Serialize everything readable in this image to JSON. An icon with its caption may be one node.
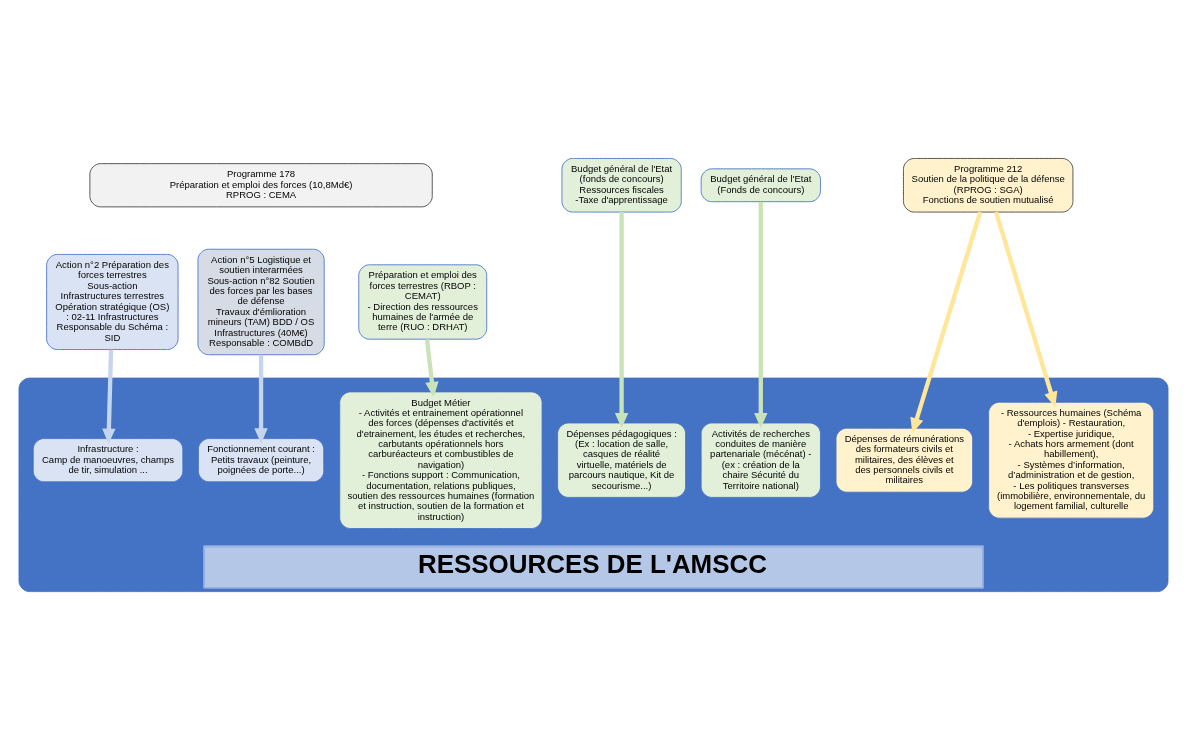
{
  "diagram": {
    "nodes": [
      {
        "text": [
          "Programme 178",
          "Préparation et emploi des forces (10,8Md€)",
          "RPROG : CEMA"
        ]
      },
      {
        "text": [
          "Action n°2 Préparation des forces terrestres",
          "Sous-action Infrastructures terrestres Opération stratégique (OS) : 02-11 Infrastructures",
          "Responsable du Schéma : SID"
        ]
      },
      {
        "text": [
          "Action n°5 Logistique et soutien interarmées",
          "Sous-action n°82 Soutien des forces par les bases de défense",
          "Travaux d'émlioration mineurs (TAM) BDD / OS Infrastructures (40M€)",
          "Responsable : COMBdD"
        ]
      },
      {
        "text": [
          "Préparation et emploi des forces terrestres (RBOP : CEMAT)",
          "- Direction des ressources humaines de l'armée de terre (RUO : DRHAT)"
        ]
      },
      {
        "text": [
          "Budget général de l'Etat",
          "(fonds de concours)",
          "Ressources fiscales",
          "-Taxe d'apprentissage"
        ]
      },
      {
        "text": [
          "Budget général de l'Etat",
          "(Fonds de concours)"
        ]
      },
      {
        "text": [
          "Programme 212",
          "Soutien de la politique de la défense (RPROG : SGA)",
          "Fonctions de soutien mutualisé"
        ]
      },
      {
        "text": [
          "RESSOURCES DE L'AMSCC"
        ]
      },
      {
        "text": [
          "Infrastructure :",
          "Camp de manoeuvres, champs de tir, simulation ..."
        ],
        "in": 7
      },
      {
        "text": [
          "Fonctionnement courant :",
          "Petits travaux (peinture, poignées de porte...)"
        ],
        "in": 7
      },
      {
        "text": [
          "Budget Métier",
          "- Activités et entrainement opérationnel des forces (dépenses d'activités et d'etrainement, les études et recherches, carbutants opérationnels hors carburéacteurs et combustibles de navigation)",
          "- Fonctions support : Communication, documentation, relations publiques, soutien des ressources humaines (formation et instruction, soutien de la formation et instruction)"
        ],
        "in": 7
      },
      {
        "text": [
          "Dépenses pédagogiques :",
          "(Ex : location de salle, casques de réalité virtuelle, matériels de parcours nautique, Kit de secourisme...)"
        ],
        "in": 7
      },
      {
        "text": [
          "Activités de recherches conduites de manière partenariale (mécénat) -",
          "(ex : création de la chaire Sécurité du Territoire national)"
        ],
        "in": 7
      },
      {
        "text": [
          "Dépenses de rémunérations",
          "des formateurs civils et militaires, des élèves et des personnels civils et militaires"
        ],
        "in": 7
      },
      {
        "text": [
          "- Ressources humaines (Schéma d'emplois) - Restauration,",
          "- Expertise juridique,",
          "- Achats hors armement (dont habillement),",
          "- Systèmes d’information, d’administration et de gestion,",
          "- Les politiques transverses (immobilière, environnementale, du logement familial, culturelle"
        ],
        "in": 7
      }
    ],
    "edges": [
      {
        "from": 1,
        "to": 8,
        "arrow": "to",
        "color": "#c5d5ee"
      },
      {
        "from": 2,
        "to": 9,
        "arrow": "to",
        "color": "#c5d5ee"
      },
      {
        "from": 3,
        "to": 10,
        "arrow": "to"
      },
      {
        "from": 4,
        "to": 11,
        "arrow": "to"
      },
      {
        "from": 5,
        "to": 12,
        "arrow": "to"
      },
      {
        "from": 6,
        "to": 13,
        "arrow": "to",
        "color": "#ffe699"
      },
      {
        "from": 6,
        "to": 14,
        "arrow": "to",
        "color": "#ffe699"
      }
    ]
  }
}
